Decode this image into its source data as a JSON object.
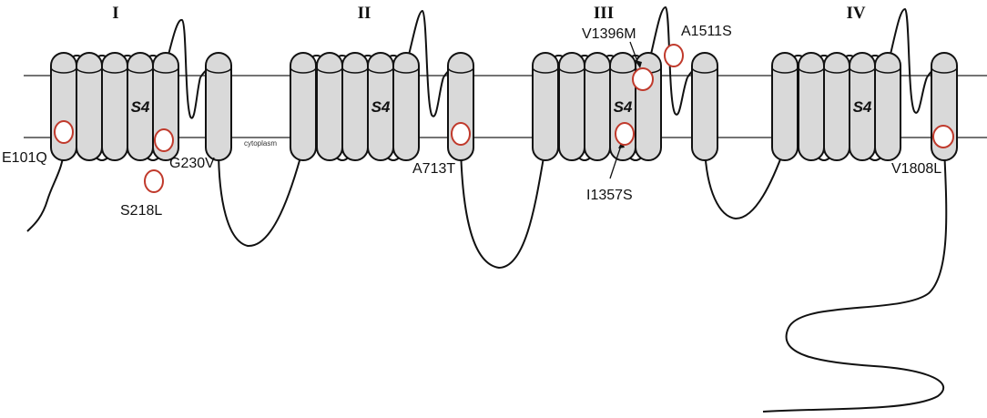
{
  "domains": [
    {
      "id": "I",
      "label": "I"
    },
    {
      "id": "II",
      "label": "II"
    },
    {
      "id": "III",
      "label": "III"
    },
    {
      "id": "IV",
      "label": "IV"
    }
  ],
  "segment_label": "S4",
  "compartment_label": "cytoplasm",
  "mutations": [
    {
      "id": "E101Q",
      "label": "E101Q"
    },
    {
      "id": "S218L",
      "label": "S218L"
    },
    {
      "id": "G230V",
      "label": "G230V"
    },
    {
      "id": "A713T",
      "label": "A713T"
    },
    {
      "id": "I1357S",
      "label": "I1357S"
    },
    {
      "id": "V1396M",
      "label": "V1396M"
    },
    {
      "id": "A1511S",
      "label": "A1511S"
    },
    {
      "id": "V1808L",
      "label": "V1808L"
    }
  ],
  "colors": {
    "helix_fill": "#d9d9d9",
    "outline": "#111111",
    "mutation_marker": "#c0392b"
  }
}
